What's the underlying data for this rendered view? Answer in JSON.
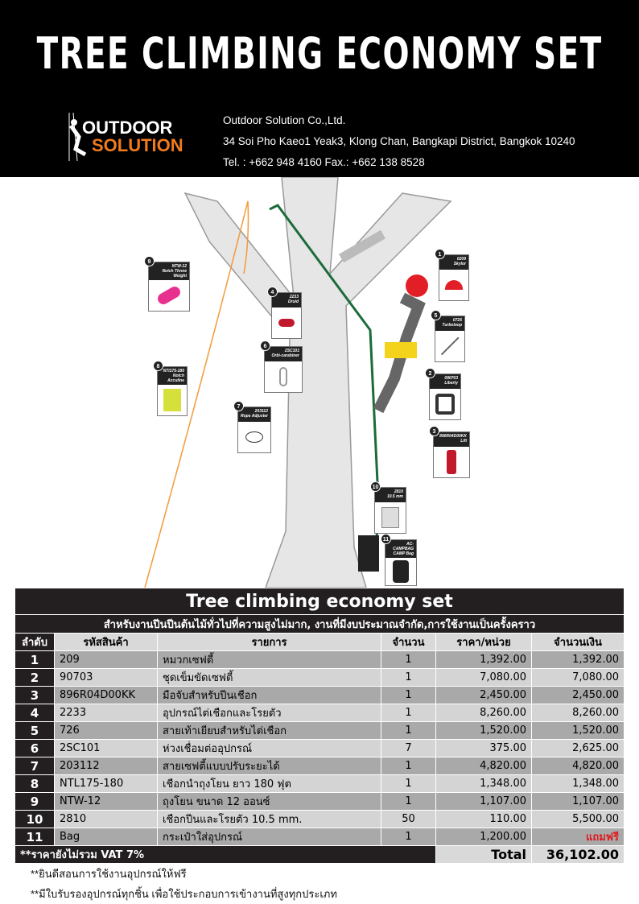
{
  "header": {
    "title": "TREE CLIMBING ECONOMY SET",
    "logo": {
      "line1": "OUTDOOR",
      "line2": "SOLUTION"
    },
    "company": "Outdoor Solution Co.,Ltd.",
    "address": "34 Soi Pho Kaeo1 Yeak3, Klong Chan, Bangkapi District, Bangkok 10240",
    "contact": "Tel. : +662 948 4160 Fax.: +662 138 8528"
  },
  "callouts": [
    {
      "num": "1",
      "code": "0209",
      "name": "Skylor"
    },
    {
      "num": "2",
      "code": "090703",
      "name": "Liberty"
    },
    {
      "num": "3",
      "code": "896R04D00KK",
      "name": "Lift"
    },
    {
      "num": "4",
      "code": "2233",
      "name": "Druid"
    },
    {
      "num": "5",
      "code": "0726",
      "name": "Turboloop"
    },
    {
      "num": "6",
      "code": "2SC101",
      "name": "Orbi-carabiner"
    },
    {
      "num": "7",
      "code": "203112",
      "name": "Rope Adjuster"
    },
    {
      "num": "8",
      "code": "NTl175-180",
      "name": "Notch Acculine"
    },
    {
      "num": "9",
      "code": "NTW-12",
      "name": "Notch Throw Weight"
    },
    {
      "num": "10",
      "code": "2810",
      "name": "10.5 mm"
    },
    {
      "num": "11",
      "code": "AC-CAMPBAG",
      "name": "CAMP Bag"
    }
  ],
  "table": {
    "title": "Tree climbing economy set",
    "subtitle": "สำหรับงานปีนปีนต้นไม้ทั่วไปที่ความสูงไม่มาก, งานที่มีงบประมาณจำกัด,การใช้งานเป็นครั้งคราว",
    "headers": [
      "ลำดับ",
      "รหัสสินค้า",
      "รายการ",
      "จำนวน",
      "ราคา/หน่วย",
      "จำนวนเงิน"
    ],
    "rows": [
      [
        "1",
        "209",
        "หมวกเซฟตี้",
        "1",
        "1,392.00",
        "1,392.00"
      ],
      [
        "2",
        "90703",
        "ชุดเข็มขัดเซฟตี้",
        "1",
        "7,080.00",
        "7,080.00"
      ],
      [
        "3",
        "896R04D00KK",
        "มือจับสำหรับปีนเชือก",
        "1",
        "2,450.00",
        "2,450.00"
      ],
      [
        "4",
        "2233",
        "อุปกรณ์ไต่เชือกและโรยตัว",
        "1",
        "8,260.00",
        "8,260.00"
      ],
      [
        "5",
        "726",
        "สายเท้าเยียบสำหรับไต่เชือก",
        "1",
        "1,520.00",
        "1,520.00"
      ],
      [
        "6",
        "2SC101",
        "ห่วงเชื่อมต่ออุปกรณ์",
        "7",
        "375.00",
        "2,625.00"
      ],
      [
        "7",
        "203112",
        "สายเซฟตี้แบบปรับระยะได้",
        "1",
        "4,820.00",
        "4,820.00"
      ],
      [
        "8",
        "NTL175-180",
        "เชือกนำถุงโยน ยาว 180 ฟุต",
        "1",
        "1,348.00",
        "1,348.00"
      ],
      [
        "9",
        "NTW-12",
        "ถุงโยน ขนาด 12 ออนซ์",
        "1",
        "1,107.00",
        "1,107.00"
      ],
      [
        "10",
        "2810",
        "เชือกปีนและโรยตัว 10.5 mm.",
        "50",
        "110.00",
        "5,500.00"
      ],
      [
        "11",
        "Bag",
        "กระเป๋าใส่อุปกรณ์",
        "1",
        "1,200.00",
        "แถมฟรี"
      ]
    ],
    "vat_note": "**ราคายังไม่รวม VAT 7%",
    "total_label": "Total",
    "total": "36,102.00"
  },
  "notes": [
    "**ยินดีสอนการใช้งานอุปกรณ์ให้ฟรี",
    "**มีใบรับรองอุปกรณ์ทุกชิ้น เพื่อใช้ประกอบการเข้างานที่สูงทุกประเภท"
  ],
  "colors": {
    "header_bg": "#000000",
    "brand_orange": "#f07a1e",
    "free_text": "#e0191f"
  }
}
